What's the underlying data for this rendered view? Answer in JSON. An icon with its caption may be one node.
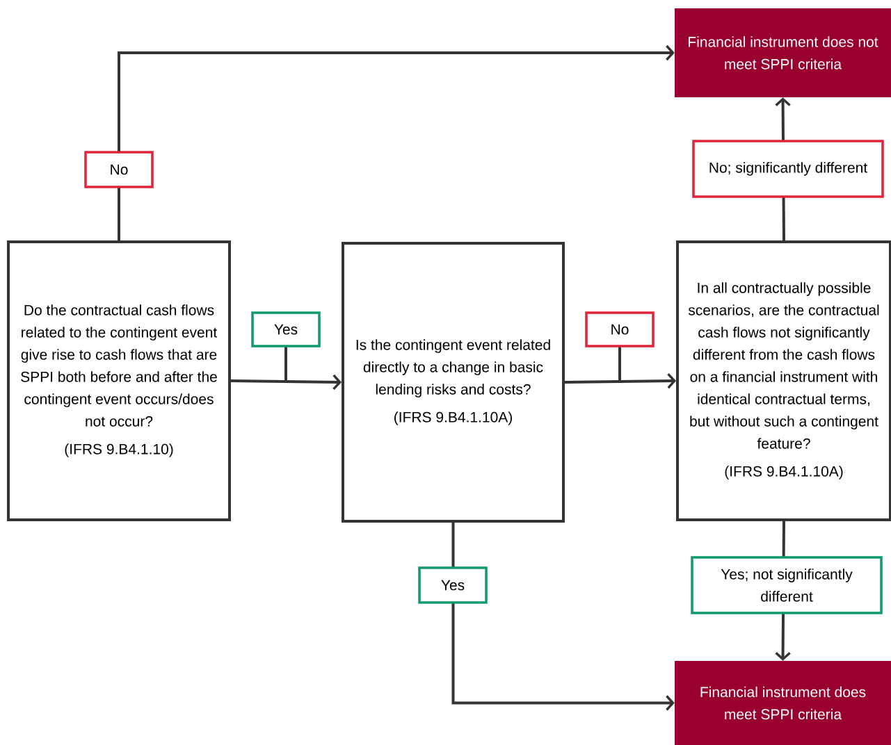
{
  "diagram": {
    "nodes": [
      {
        "text": [
          "Do the contractual cash flows related to the contingent event give rise to cash flows that are SPPI both before and after the contingent event occurs/does not occur?",
          "(IFRS 9.B4.1.10)"
        ]
      },
      {
        "text": [
          "Is the contingent event related directly to a change in basic lending risks and costs?",
          "(IFRS 9.B4.1.10A)"
        ]
      },
      {
        "text": [
          "In all contractually possible scenarios, are the contractual cash flows not significantly different from the cash flows on a financial instrument with identical contractual terms, but without such a contingent feature?",
          "(IFRS 9.B4.1.10A)"
        ]
      },
      {
        "text": [
          "Financial instrument does not meet SPPI criteria"
        ]
      },
      {
        "text": [
          "Financial instrument does meet SPPI criteria"
        ]
      }
    ],
    "edges": [
      {
        "from": 0,
        "to": 3,
        "arrow": "to",
        "label": "No"
      },
      {
        "from": 0,
        "to": 1,
        "arrow": "to",
        "label": "Yes"
      },
      {
        "from": 1,
        "to": 2,
        "arrow": "to",
        "label": "No"
      },
      {
        "from": 1,
        "to": 4,
        "arrow": "to",
        "label": "Yes"
      },
      {
        "from": 2,
        "to": 3,
        "arrow": "to",
        "label": "No; significantly different"
      },
      {
        "from": 2,
        "to": 4,
        "arrow": "to",
        "label": "Yes; not significantly different"
      }
    ]
  }
}
